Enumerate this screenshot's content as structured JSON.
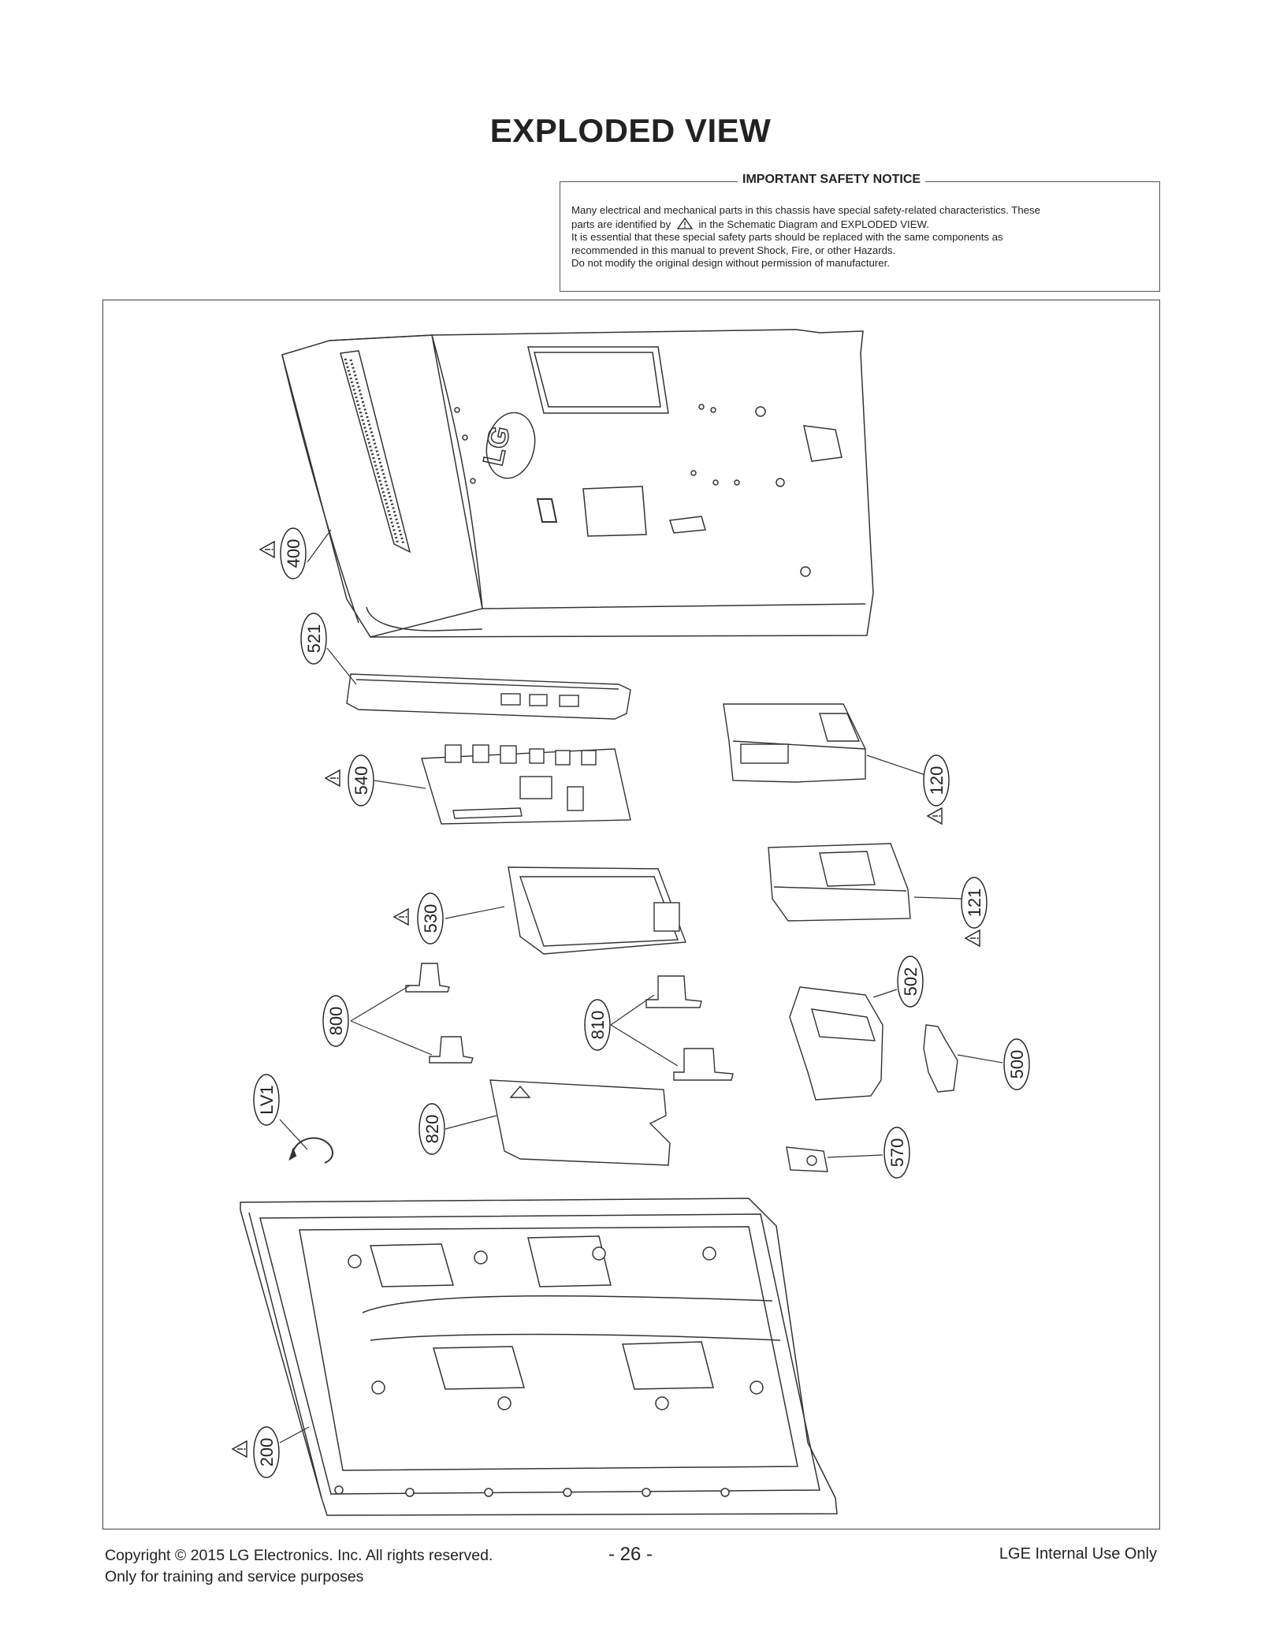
{
  "page_title": "EXPLODED VIEW",
  "notice": {
    "title": "IMPORTANT SAFETY NOTICE",
    "line1": "Many electrical and mechanical parts in this chassis have special safety-related characteristics. These",
    "line2_before": "parts are identified by",
    "line2_after": "in the Schematic Diagram and EXPLODED VIEW.",
    "line3": "It is essential that these special safety parts should be replaced with the same components as",
    "line4": "recommended in this manual to prevent Shock, Fire, or other Hazards.",
    "line5": "Do not modify the original design without permission of manufacturer."
  },
  "parts": {
    "p400": "400",
    "p521": "521",
    "p540": "540",
    "p120": "120",
    "p530": "530",
    "p121": "121",
    "p502": "502",
    "p800": "800",
    "p810": "810",
    "p500": "500",
    "pLV1": "LV1",
    "p820": "820",
    "p570": "570",
    "p200": "200"
  },
  "footer": {
    "copyright": "Copyright  © 2015 LG Electronics. Inc. All rights reserved.",
    "training": "Only for training and service purposes",
    "page_number": "- 26 -",
    "internal": "LGE Internal Use Only"
  },
  "icons": {
    "safety": "warning-triangle-icon",
    "logo": "lg-logo"
  }
}
